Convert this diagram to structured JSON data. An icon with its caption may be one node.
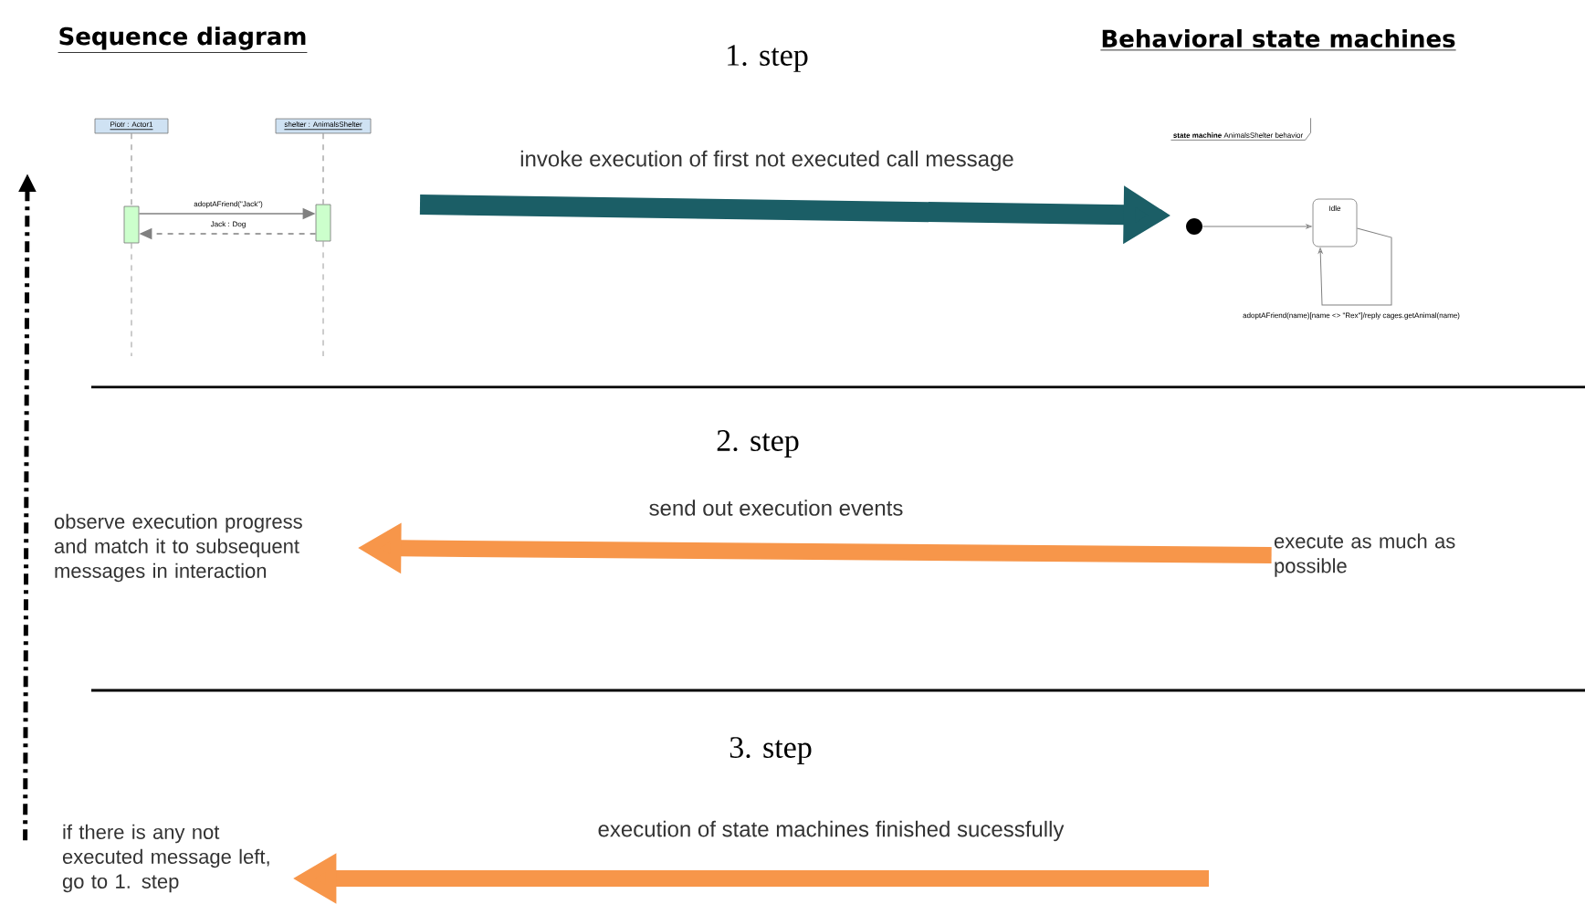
{
  "diagram": {
    "nodes": [
      {
        "text": [
          "Piotr : Actor1"
        ]
      },
      {
        "text": [
          "shelter : AnimalsShelter"
        ]
      },
      {
        "text": [],
        "shape": "bar"
      },
      {
        "text": [],
        "shape": "bar"
      },
      {
        "text": [
          "**state machine** AnimalsShelter behavior"
        ]
      },
      {
        "text": [],
        "shape": "circle"
      },
      {
        "text": [
          "Idle"
        ]
      },
      {
        "text": [
          "observe execution progress and match it to subsequent messages in interaction"
        ]
      },
      {
        "text": [
          "execute as much as possible"
        ]
      },
      {
        "text": [
          "if there is any not executed message left, go to 1. step"
        ]
      }
    ],
    "edges": [
      {
        "from": 0,
        "to": 2,
        "arrow": "none",
        "style": "dashed",
        "color": "#808080"
      },
      {
        "from": 1,
        "to": 3,
        "arrow": "none",
        "style": "dashed",
        "color": "#808080"
      },
      {
        "from": 2,
        "to": 3,
        "arrow": "to",
        "label": "adoptAFriend(\"Jack\")",
        "color": "#808080"
      },
      {
        "from": 3,
        "to": 2,
        "arrow": "to",
        "style": "dashed",
        "label": "Jack : Dog",
        "color": "#808080"
      },
      {
        "from": null,
        "to": 5,
        "arrow": "to",
        "style": "thick",
        "label": "invoke execution of first not executed call message",
        "color": "#1b5e66"
      },
      {
        "from": 5,
        "to": 6,
        "arrow": "to",
        "color": "#808080"
      },
      {
        "from": 6,
        "to": 6,
        "arrow": "to",
        "label": "adoptAFriend(name)[name <> \"Rex\"]/reply cages.getAnimal(name)",
        "color": "#808080"
      },
      {
        "from": 8,
        "to": 7,
        "arrow": "to",
        "style": "thick",
        "label": "send out execution events",
        "color": "#f7964a"
      },
      {
        "from": null,
        "to": 9,
        "arrow": "to",
        "style": "thick",
        "label": "execution of state machines finished sucessfully",
        "color": "#f7964a"
      },
      {
        "from": 9,
        "to": null,
        "arrow": "to",
        "style": "dashed",
        "color": "#000000"
      }
    ],
    "labels": [
      "Sequence diagram",
      "1. step",
      "Behavioral state machines",
      "2. step",
      "3. step"
    ]
  }
}
